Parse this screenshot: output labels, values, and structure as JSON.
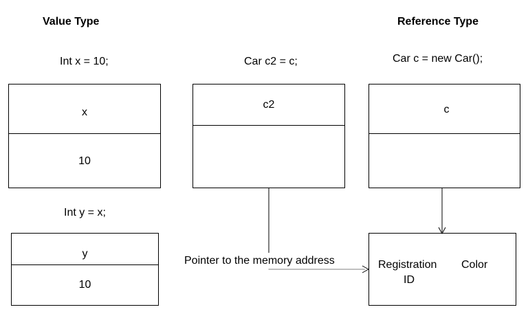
{
  "headings": {
    "value_type": "Value Type",
    "reference_type": "Reference Type"
  },
  "value_type": {
    "decl_x": "Int x = 10;",
    "box_x": {
      "name": "x",
      "value": "10"
    },
    "decl_y": "Int y = x;",
    "box_y": {
      "name": "y",
      "value": "10"
    }
  },
  "middle": {
    "decl_c2": "Car c2 = c;",
    "box_c2": {
      "name": "c2"
    }
  },
  "reference_type": {
    "decl_c": "Car c = new Car();",
    "box_c": {
      "name": "c"
    },
    "object": {
      "field_registration": "Registration",
      "field_id": "ID",
      "field_color": "Color"
    }
  },
  "pointer_label": "Pointer to the memory address"
}
